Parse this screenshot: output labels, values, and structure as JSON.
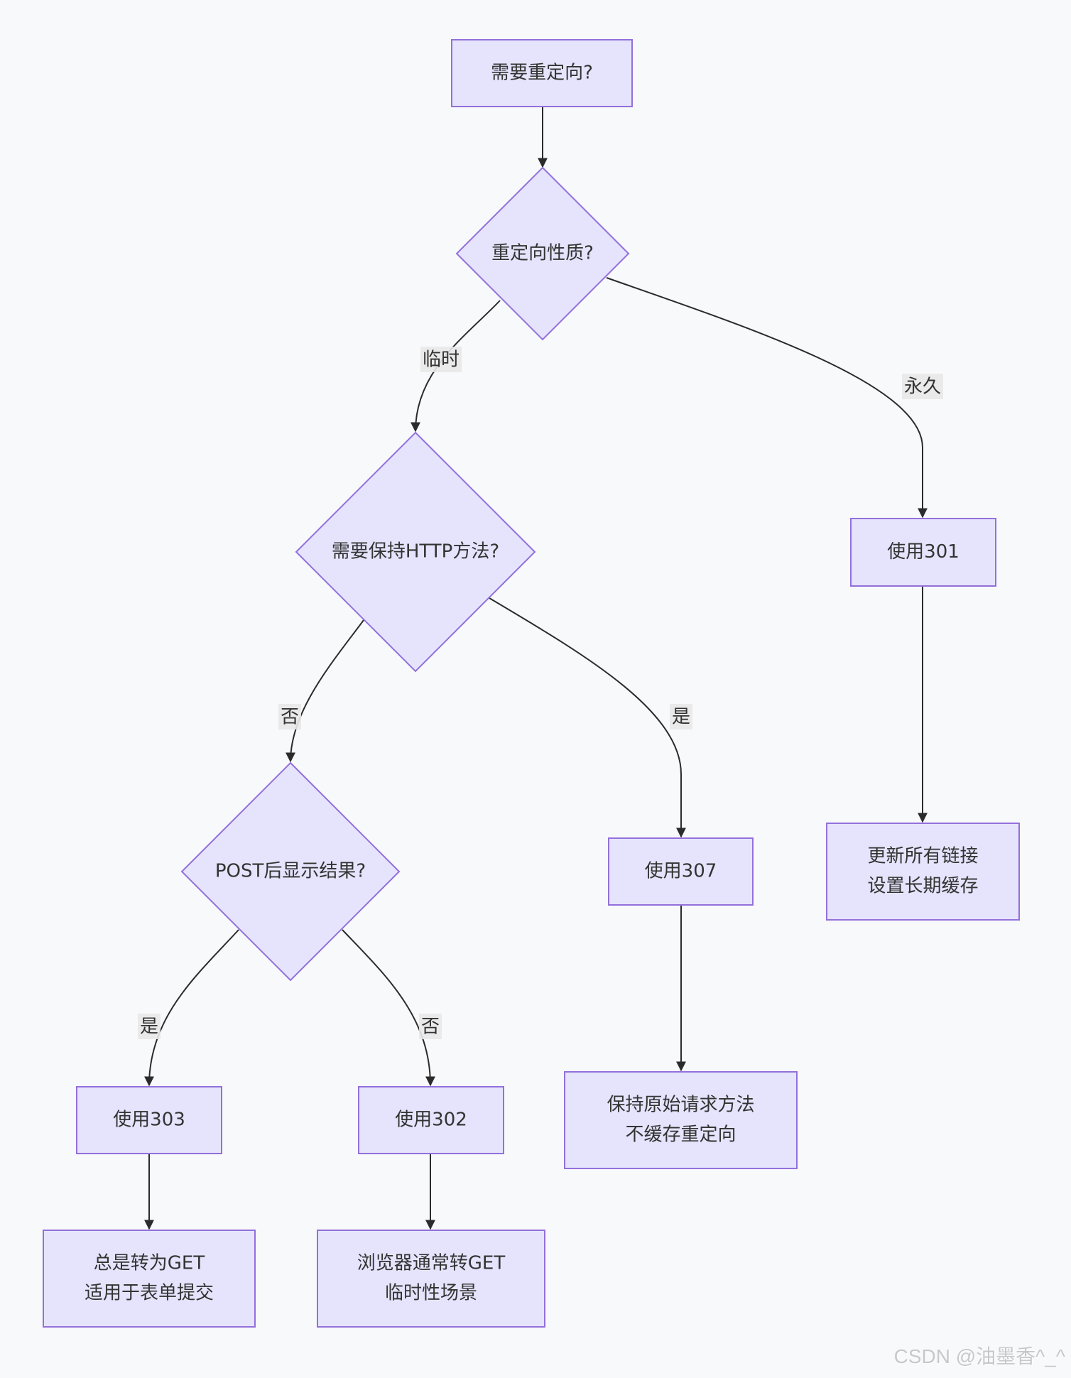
{
  "diagram": {
    "type": "flowchart",
    "colors": {
      "node_fill": "#e5e4fc",
      "node_stroke": "#9370db",
      "edge": "#2b2b2b",
      "label_bg": "#e8e8e8",
      "background": "#f8f9fb"
    },
    "nodes": {
      "start": {
        "shape": "rect",
        "lines": [
          "需要重定向?"
        ]
      },
      "nature": {
        "shape": "diamond",
        "lines": [
          "重定向性质?"
        ]
      },
      "keep_method": {
        "shape": "diamond",
        "lines": [
          "需要保持HTTP方法?"
        ]
      },
      "use301": {
        "shape": "rect",
        "lines": [
          "使用301"
        ]
      },
      "note301": {
        "shape": "rect",
        "lines": [
          "更新所有链接",
          "设置长期缓存"
        ]
      },
      "post_result": {
        "shape": "diamond",
        "lines": [
          "POST后显示结果?"
        ]
      },
      "use307": {
        "shape": "rect",
        "lines": [
          "使用307"
        ]
      },
      "note307": {
        "shape": "rect",
        "lines": [
          "保持原始请求方法",
          "不缓存重定向"
        ]
      },
      "use303": {
        "shape": "rect",
        "lines": [
          "使用303"
        ]
      },
      "use302": {
        "shape": "rect",
        "lines": [
          "使用302"
        ]
      },
      "note303": {
        "shape": "rect",
        "lines": [
          "总是转为GET",
          "适用于表单提交"
        ]
      },
      "note302": {
        "shape": "rect",
        "lines": [
          "浏览器通常转GET",
          "临时性场景"
        ]
      }
    },
    "edges": [
      {
        "from": "start",
        "to": "nature",
        "label": ""
      },
      {
        "from": "nature",
        "to": "keep_method",
        "label": "临时"
      },
      {
        "from": "nature",
        "to": "use301",
        "label": "永久"
      },
      {
        "from": "keep_method",
        "to": "post_result",
        "label": "否"
      },
      {
        "from": "keep_method",
        "to": "use307",
        "label": "是"
      },
      {
        "from": "use301",
        "to": "note301",
        "label": ""
      },
      {
        "from": "post_result",
        "to": "use303",
        "label": "是"
      },
      {
        "from": "post_result",
        "to": "use302",
        "label": "否"
      },
      {
        "from": "use307",
        "to": "note307",
        "label": ""
      },
      {
        "from": "use303",
        "to": "note303",
        "label": ""
      },
      {
        "from": "use302",
        "to": "note302",
        "label": ""
      }
    ]
  },
  "watermark": "CSDN @油墨香^_^"
}
